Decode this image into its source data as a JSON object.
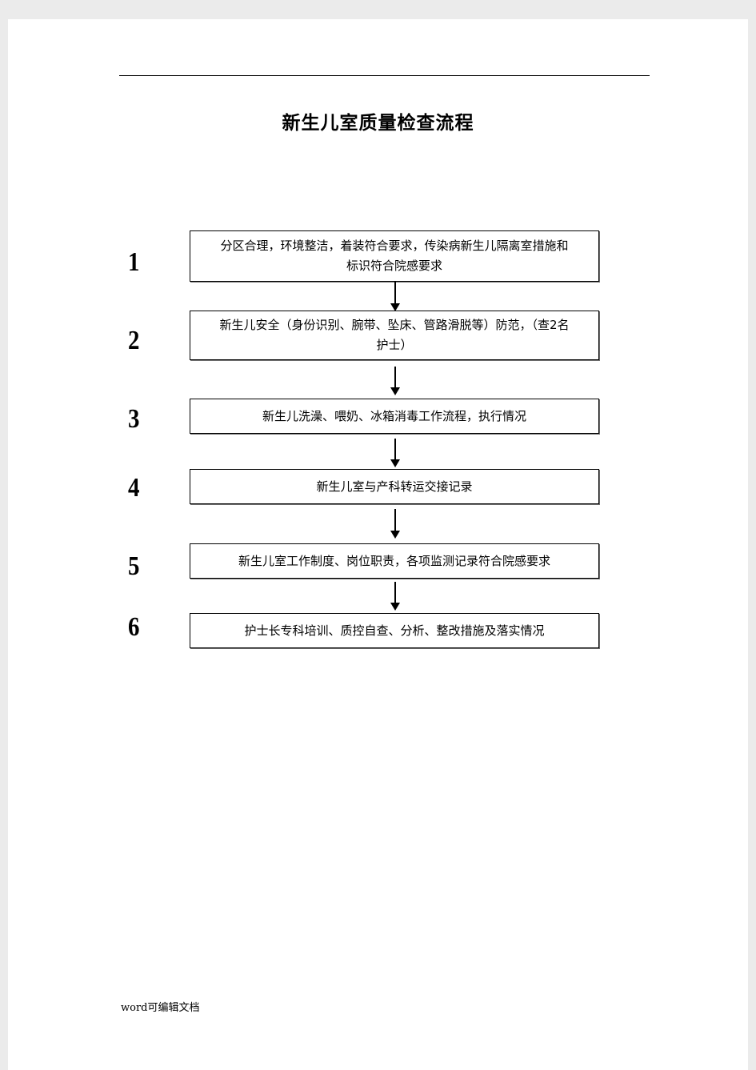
{
  "document": {
    "title": "新生儿室质量检查流程",
    "footer": "word可编辑文档"
  },
  "steps": [
    {
      "number": "1",
      "lines": [
        "分区合理，环境整洁，着装符合要求，传染病新生儿隔离室措施和",
        "标识符合院感要求"
      ]
    },
    {
      "number": "2",
      "lines": [
        "新生儿安全（身份识别、腕带、坠床、管路滑脱等）防范，（查2名",
        "护士）"
      ]
    },
    {
      "number": "3",
      "lines": [
        "新生儿洗澡、喂奶、冰箱消毒工作流程，执行情况"
      ]
    },
    {
      "number": "4",
      "lines": [
        "新生儿室与产科转运交接记录"
      ]
    },
    {
      "number": "5",
      "lines": [
        "新生儿室工作制度、岗位职责，各项监测记录符合院感要求"
      ]
    },
    {
      "number": "6",
      "lines": [
        "护士长专科培训、质控自查、分析、整改措施及落实情况"
      ]
    }
  ]
}
